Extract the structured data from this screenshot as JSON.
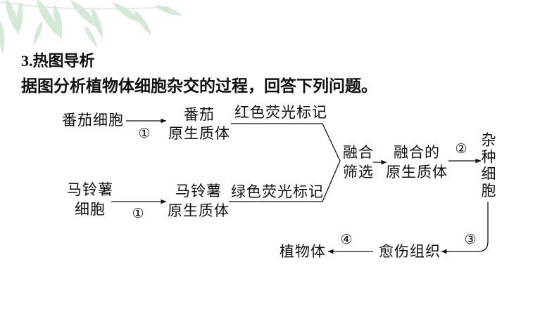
{
  "colors": {
    "text": "#111111",
    "line": "#111111",
    "leaf": "#c9e2cc"
  },
  "slide": {
    "heading": "3.热图导析",
    "instruction": "据图分析植物体细胞杂交的过程，回答下列问题。"
  },
  "diagram": {
    "tomato_cell": "番茄细胞",
    "step_tomato": "①",
    "tomato_protoplast": [
      "番茄",
      "原生质体"
    ],
    "red_label": "红色荧光标记",
    "potato_cell": [
      "马铃薯",
      "细胞"
    ],
    "step_potato": "①",
    "potato_protoplast": [
      "马铃薯",
      "原生质体"
    ],
    "green_label": "绿色荧光标记",
    "fusion_screening": [
      "融合",
      "筛选"
    ],
    "fused_protoplast": [
      "融合的",
      "原生质体"
    ],
    "step_2": "②",
    "hybrid_cell": "杂种细胞",
    "step_3": "③",
    "callus": "愈伤组织",
    "step_4": "④",
    "plant": "植物体"
  }
}
